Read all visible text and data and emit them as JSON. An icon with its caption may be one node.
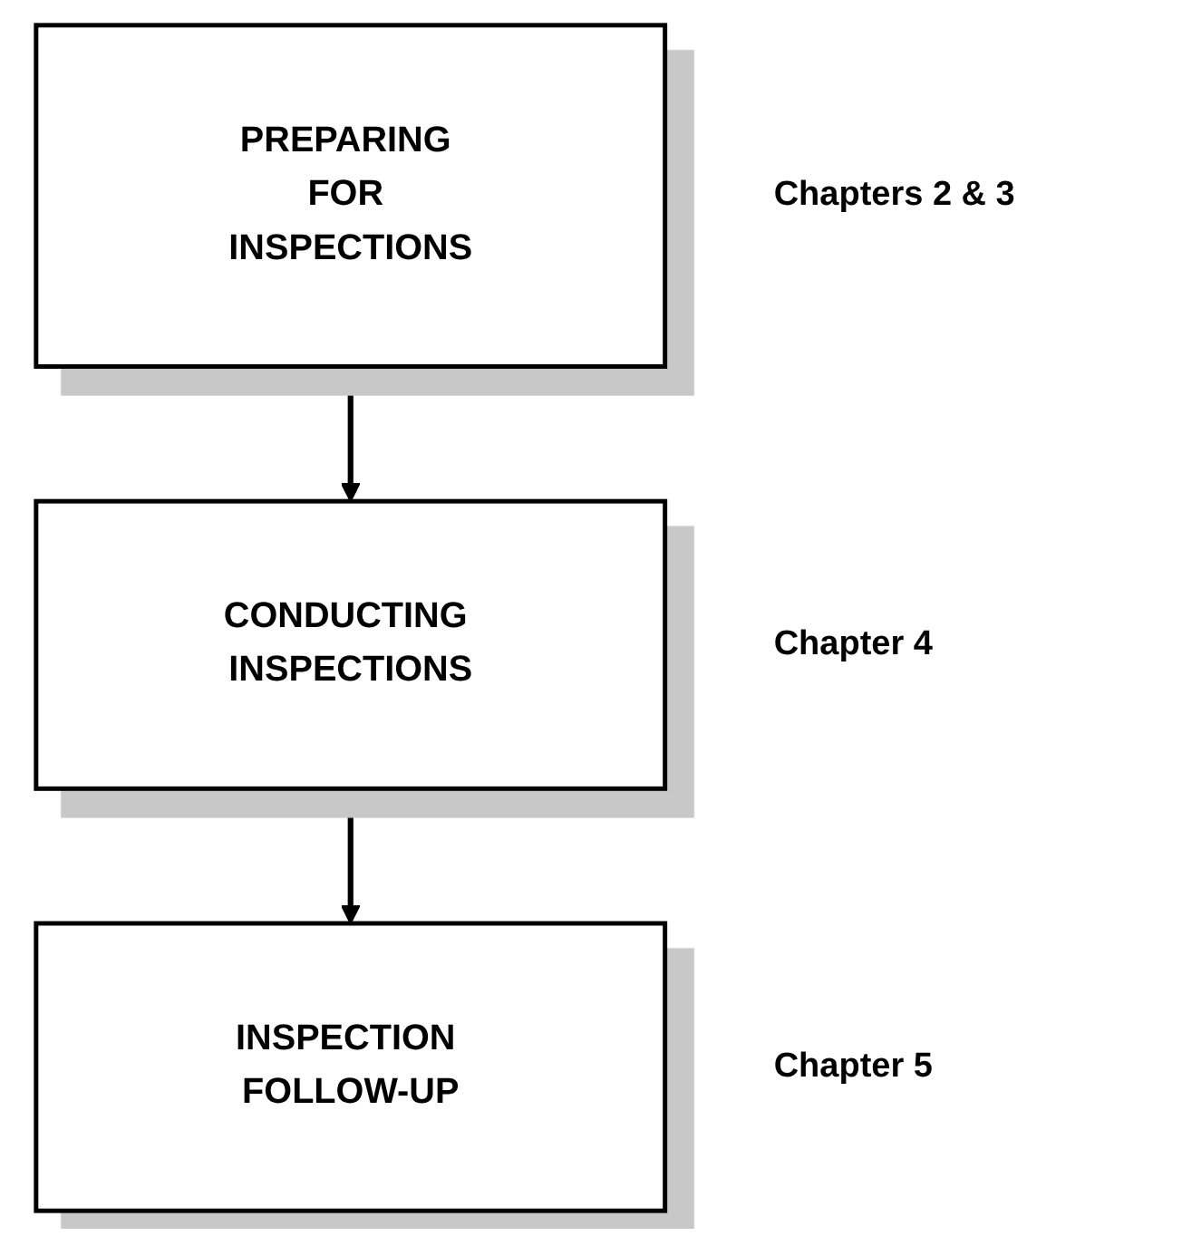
{
  "diagram": {
    "nodes": [
      {
        "text": [
          "PREPARING FOR INSPECTIONS"
        ],
        "beside": [
          "Chapters 2 & 3"
        ]
      },
      {
        "text": [
          "CONDUCTING INSPECTIONS"
        ],
        "beside": [
          "Chapter 4"
        ]
      },
      {
        "text": [
          "INSPECTION FOLLOW-UP"
        ],
        "beside": [
          "Chapter 5"
        ]
      }
    ],
    "edges": [
      {
        "from": 0,
        "to": 1,
        "arrow": "to"
      },
      {
        "from": 1,
        "to": 2,
        "arrow": "to"
      }
    ]
  }
}
